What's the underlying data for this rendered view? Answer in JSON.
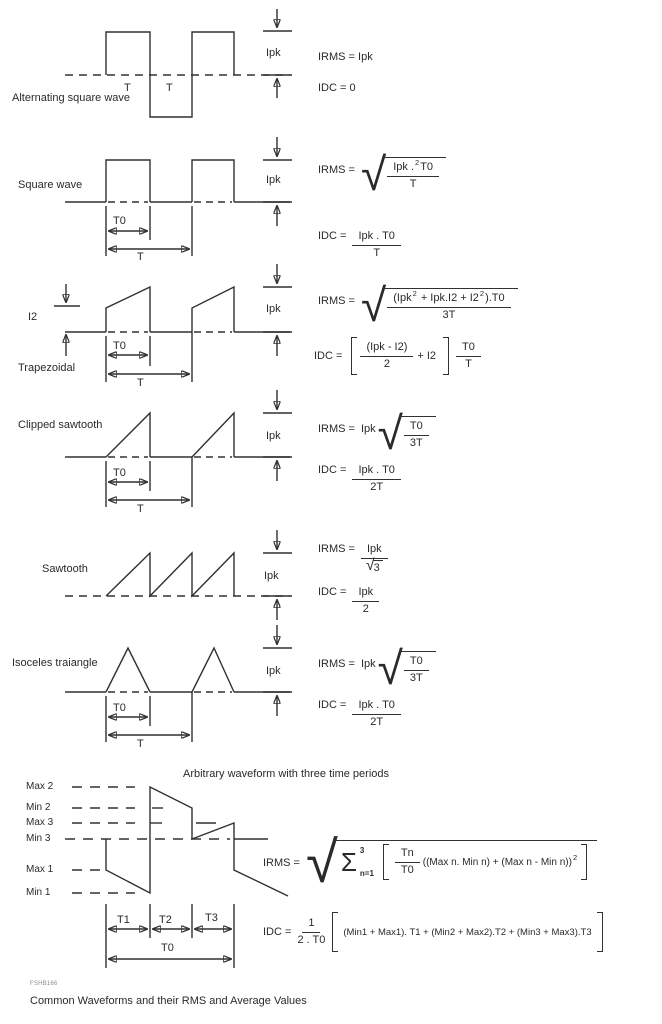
{
  "figure": {
    "caption": "Common Waveforms and their RMS and Average Values",
    "code": "FSHB166"
  },
  "sections": {
    "alt_square": {
      "label": "Alternating square wave",
      "t_left": "T",
      "t_right": "T",
      "ipk": "Ipk",
      "irms": "IRMS = Ipk",
      "idc": "IDC = 0"
    },
    "square": {
      "label": "Square wave",
      "t0": "T0",
      "t": "T",
      "ipk": "Ipk",
      "irms_lhs": "IRMS =",
      "irms_num_a": "Ipk .",
      "irms_num_exp": "2",
      "irms_num_b": "T0",
      "irms_den": "T",
      "idc_lhs": "IDC =",
      "idc_num": "Ipk . T0",
      "idc_den": "T"
    },
    "trapezoidal": {
      "label": "Trapezoidal",
      "i2": "I2",
      "t0": "T0",
      "t": "T",
      "ipk": "Ipk",
      "irms_lhs": "IRMS =",
      "irms_num_a": "(Ipk",
      "irms_num_exp1": "2",
      "irms_num_b": "+ Ipk.I2 + I2",
      "irms_num_exp2": "2",
      "irms_num_c": ").T0",
      "irms_den": "3T",
      "idc_lhs": "IDC =",
      "idc_f1_num": "(Ipk - I2)",
      "idc_f1_den": "2",
      "idc_mid": "+ I2",
      "idc_f2_num": "T0",
      "idc_f2_den": "T"
    },
    "clipped_sawtooth": {
      "label": "Clipped sawtooth",
      "t0": "T0",
      "t": "T",
      "ipk": "Ipk",
      "irms_lhs": "IRMS =",
      "irms_coef": "Ipk",
      "irms_num": "T0",
      "irms_den": "3T",
      "idc_lhs": "IDC =",
      "idc_num": "Ipk . T0",
      "idc_den": "2T"
    },
    "sawtooth": {
      "label": "Sawtooth",
      "ipk": "Ipk",
      "irms_lhs": "IRMS =",
      "irms_num": "Ipk",
      "irms_den": "3",
      "idc_lhs": "IDC =",
      "idc_num": "Ipk",
      "idc_den": "2"
    },
    "triangle": {
      "label": "Isoceles traiangle",
      "t0": "T0",
      "t": "T",
      "ipk": "Ipk",
      "irms_lhs": "IRMS =",
      "irms_coef": "Ipk",
      "irms_num": "T0",
      "irms_den": "3T",
      "idc_lhs": "IDC =",
      "idc_num": "Ipk . T0",
      "idc_den": "2T"
    },
    "arbitrary": {
      "title": "Arbitrary waveform with three time periods",
      "levels": [
        "Max 2",
        "Min 2",
        "Max 3",
        "Min 3",
        "Max 1",
        "Min 1"
      ],
      "t1": "T1",
      "t2": "T2",
      "t3": "T3",
      "t0": "T0",
      "irms_lhs": "IRMS =",
      "sum_upper": "3",
      "sum_sign": "Σ",
      "sum_lower": "n=1",
      "frac_num": "Tn",
      "frac_den": "T0",
      "irms_body": "((Max n. Min n) + (Max n - Min n))",
      "irms_exp": "2",
      "idc_lhs": "IDC =",
      "idc_num": "1",
      "idc_den": "2 . T0",
      "idc_body": "(Min1 + Max1). T1 + (Min2 + Max2).T2 + (Min3 + Max3).T3"
    }
  }
}
